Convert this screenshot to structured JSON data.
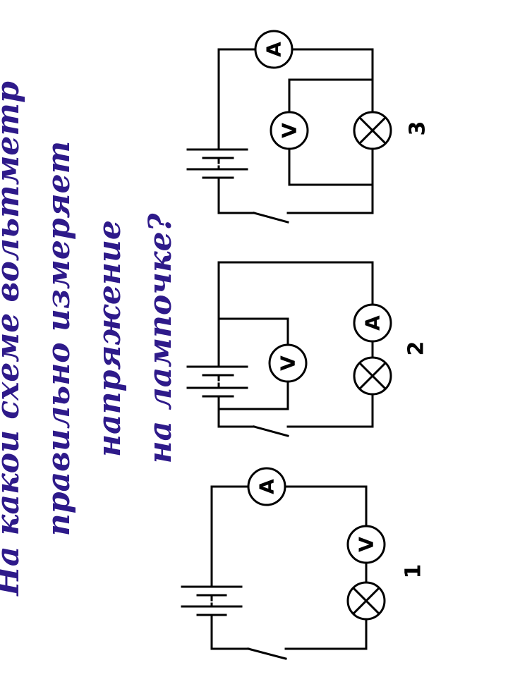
{
  "question": {
    "line1": "На какой схеме вольтметр",
    "line2": "правильно измеряет напряжение",
    "line3": "на лампочке?"
  },
  "meters": {
    "ammeter": "A",
    "voltmeter": "V"
  },
  "schemes": [
    {
      "number": "1"
    },
    {
      "number": "2"
    },
    {
      "number": "3"
    }
  ],
  "colors": {
    "title": "#2e1a8a",
    "wire": "#000000"
  }
}
